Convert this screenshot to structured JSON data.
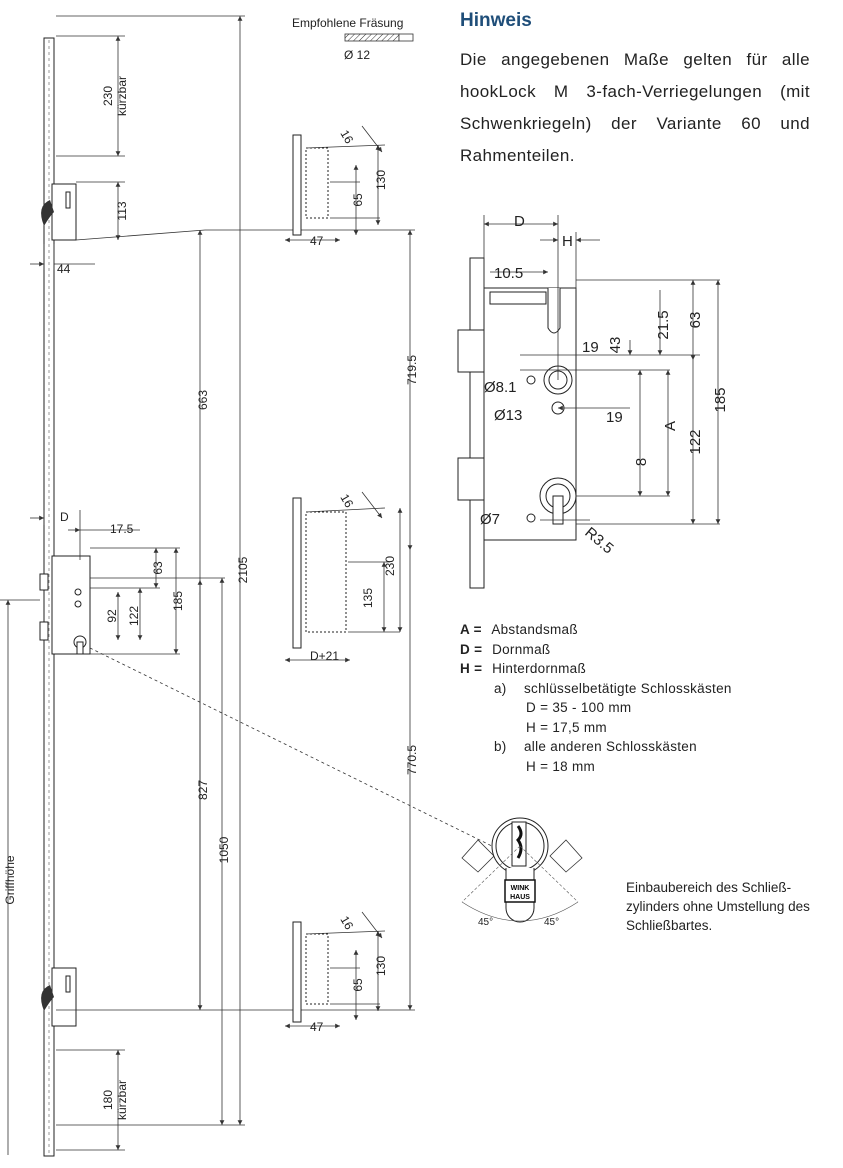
{
  "milling": {
    "title": "Empfohlene Fräsung",
    "diameter": "Ø 12"
  },
  "hint": {
    "title": "Hinweis",
    "text": "Die angegebenen Maße gelten für alle hookLock M 3-fach-Verriegelungen (mit Schwenkriegeln) der Variante 60 und Rahmenteilen."
  },
  "legend": {
    "a_key": "A =",
    "a_label": "Abstandsmaß",
    "d_key": "D =",
    "d_label": "Dornmaß",
    "h_key": "H =",
    "h_label": "Hinterdornmaß",
    "sub_a_marker": "a)",
    "sub_a_label": "schlüsselbetätigte Schlosskästen",
    "sub_a_d": "D = 35 - 100 mm",
    "sub_a_h": "H = 17,5 mm",
    "sub_b_marker": "b)",
    "sub_b_label": "alle anderen Schlosskästen",
    "sub_b_h": "H = 18 mm"
  },
  "caption": "Einbaubereich des Schließ-zylinders ohne Umstellung des Schließbartes.",
  "main_dims": {
    "top_cut": "230",
    "top_cut_note": "kürzbar",
    "hook_top": "113",
    "width": "44",
    "d663": "663",
    "total": "2105",
    "d719": "719.5",
    "d": "D",
    "backset": "17.5",
    "d63": "63",
    "d185": "185",
    "d92": "92",
    "d122": "122",
    "d827": "827",
    "d1050": "1050",
    "d770": "770.5",
    "handle_height": "Griffhöhe",
    "bottom_cut": "180",
    "bottom_cut_note": "kürzbar"
  },
  "strike_top": {
    "d16": "16",
    "d130": "130",
    "d65": "65",
    "d47": "47"
  },
  "strike_mid": {
    "d16": "16",
    "d230": "230",
    "d135": "135",
    "dD21": "D+21"
  },
  "strike_bottom": {
    "d16": "16",
    "d130": "130",
    "d65": "65",
    "d47": "47"
  },
  "detail": {
    "D": "D",
    "H": "H",
    "d10_5": "10.5",
    "d63": "63",
    "d21_5": "21.5",
    "d19a": "19",
    "d43": "43",
    "o8_1": "Ø8.1",
    "o13": "Ø13",
    "d19b": "19",
    "A": "A",
    "d122": "122",
    "d185": "185",
    "d8": "8",
    "o7": "Ø7",
    "r3_5": "R3.5"
  },
  "cylinder": {
    "angle_left": "45°",
    "angle_right": "45°",
    "logo": "WINKHAUS"
  }
}
